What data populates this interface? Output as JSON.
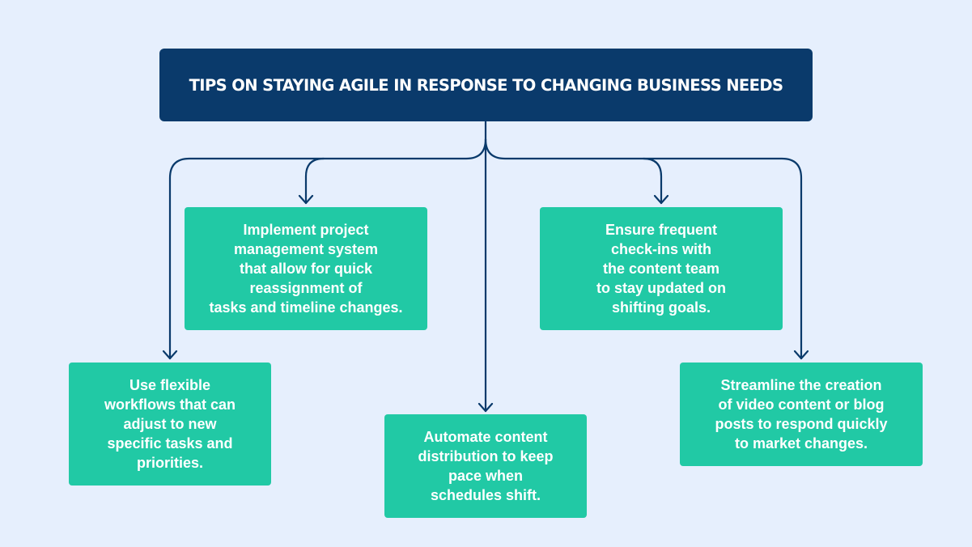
{
  "title": "TIPS ON STAYING AGILE IN RESPONSE TO CHANGING BUSINESS NEEDS",
  "colors": {
    "background": "#e6effd",
    "title_box": "#0a3a6b",
    "tip_box": "#21c9a5",
    "connector": "#0a3a6b",
    "text": "#ffffff"
  },
  "tips": [
    "Implement project\nmanagement system\nthat allow for quick\nreassignment of\ntasks and timeline changes.",
    "Ensure frequent\ncheck-ins with\nthe content team\nto stay updated on\nshifting goals.",
    "Use flexible\nworkflows that can\nadjust to new\nspecific tasks and\npriorities.",
    "Automate content\ndistribution to keep\npace when\nschedules shift.",
    "Streamline the creation\nof video content or blog\nposts to respond quickly\nto market changes."
  ]
}
